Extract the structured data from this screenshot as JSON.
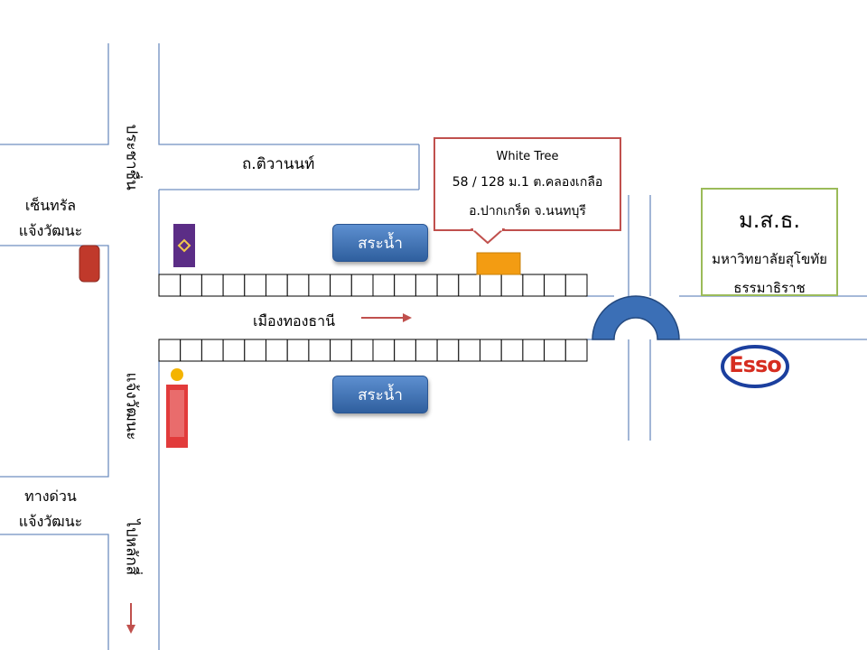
{
  "map": {
    "road_top": "ถ.ติวานนท์",
    "road_main": "เมืองทองธานี",
    "road_left_top": "ประชาชื่น",
    "road_left_mid": "แจ้งวัฒนะ",
    "road_left_bottom": "ไปหลักสี่",
    "central": {
      "line1": "เซ็นทรัล",
      "line2": "แจ้งวัฒนะ"
    },
    "expressway": {
      "line1": "ทางด่วน",
      "line2": "แจ้งวัฒนะ"
    },
    "pond_top": "สระน้ำ",
    "pond_bottom": "สระน้ำ",
    "callout": {
      "title": "White Tree",
      "address1": "58 / 128 ม.1 ต.คลองเกลือ",
      "address2": "อ.ปากเกร็ด จ.นนทบุรี"
    },
    "university": {
      "abbr": "ม.ส.ธ.",
      "name1": "มหาวิทยาลัยสุโขทัย",
      "name2": "ธรรมาธิราช"
    },
    "esso_logo": "Esso",
    "colors": {
      "road_line": "#6f8fc0",
      "pond_blue": "#3a6db3",
      "callout_border": "#c0504d",
      "uni_border": "#9bbb59",
      "marker_orange": "#f39c12",
      "marker_red": "#c0392b",
      "arrow_red": "#c0504d",
      "bridge_blue": "#3b6fb6"
    },
    "icons": [
      "bank-logo-scb",
      "bank-logo-gsb",
      "esso-logo",
      "right-arrow",
      "down-arrow"
    ]
  }
}
